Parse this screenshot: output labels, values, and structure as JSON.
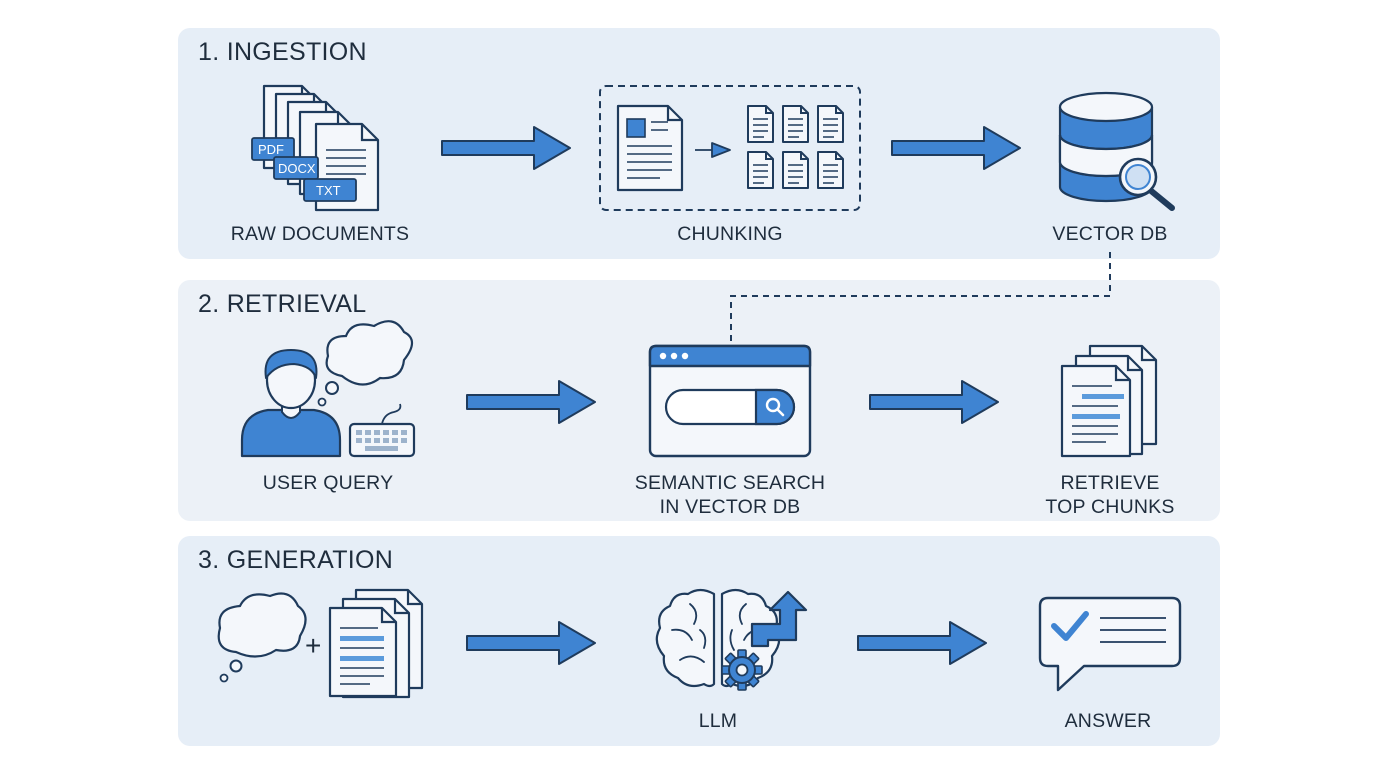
{
  "stages": [
    {
      "title": "1. INGESTION",
      "nodes": [
        {
          "label": "RAW DOCUMENTS"
        },
        {
          "label": "CHUNKING"
        },
        {
          "label": "VECTOR DB"
        }
      ],
      "file_tags": [
        "PDF",
        "DOCX",
        "TXT"
      ]
    },
    {
      "title": "2. RETRIEVAL",
      "nodes": [
        {
          "label": "USER QUERY"
        },
        {
          "label_line1": "SEMANTIC SEARCH",
          "label_line2": "IN VECTOR DB"
        },
        {
          "label_line1": "RETRIEVE",
          "label_line2": "TOP CHUNKS"
        }
      ]
    },
    {
      "title": "3. GENERATION",
      "nodes": [
        {
          "label": ""
        },
        {
          "label": "LLM"
        },
        {
          "label": "ANSWER"
        }
      ],
      "plus": "+"
    }
  ],
  "colors": {
    "accent": "#3f84d2",
    "outline": "#1f3b5c",
    "panel": "#e6eef7",
    "icon_fill": "#f4f7fb",
    "line_blue": "#5b9bdc"
  },
  "icons": [
    "documents-stack-icon",
    "chunking-icon",
    "database-search-icon",
    "user-icon",
    "thought-cloud-icon",
    "keyboard-icon",
    "search-window-icon",
    "documents-highlight-icon",
    "brain-icon",
    "gear-icon",
    "arrow-up-right-icon",
    "chat-check-icon"
  ]
}
